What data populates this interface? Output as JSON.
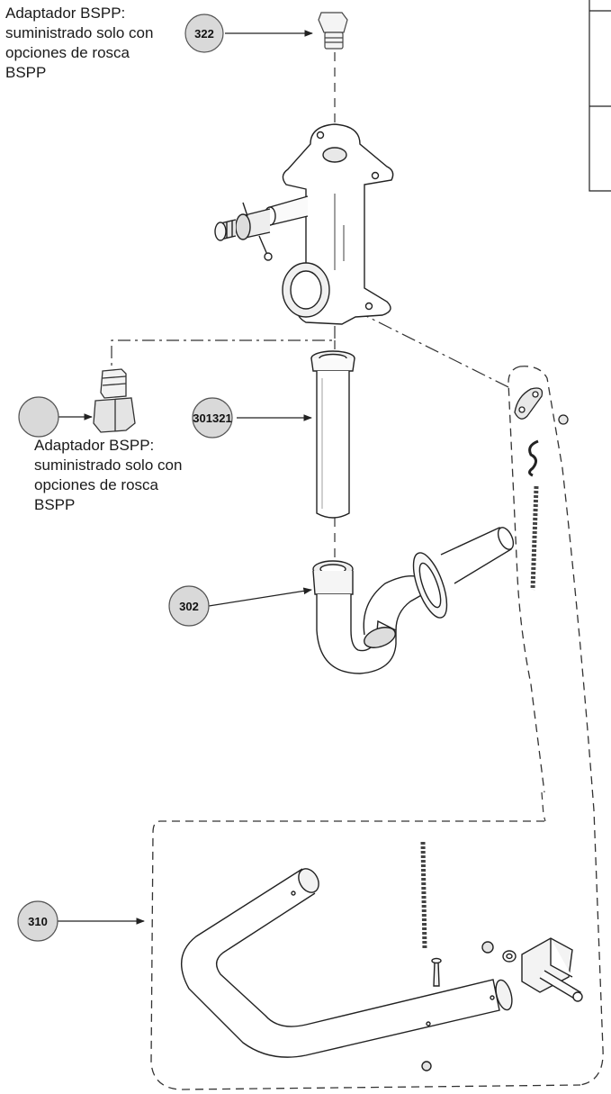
{
  "notes": {
    "top": "Adaptador BSPP:\nsuministrado solo con\nopciones de rosca\nBSPP",
    "middle": "Adaptador BSPP:\nsuministrado solo con\nopciones de rosca\nBSPP"
  },
  "callouts": {
    "adapter_top": "322",
    "adapter_mid": "",
    "tailpiece": "301321",
    "trap": "302",
    "guard": "310"
  },
  "colors": {
    "line": "#222222",
    "callout_fill": "#d9d9d9",
    "part_shade": "#eeeeee"
  }
}
